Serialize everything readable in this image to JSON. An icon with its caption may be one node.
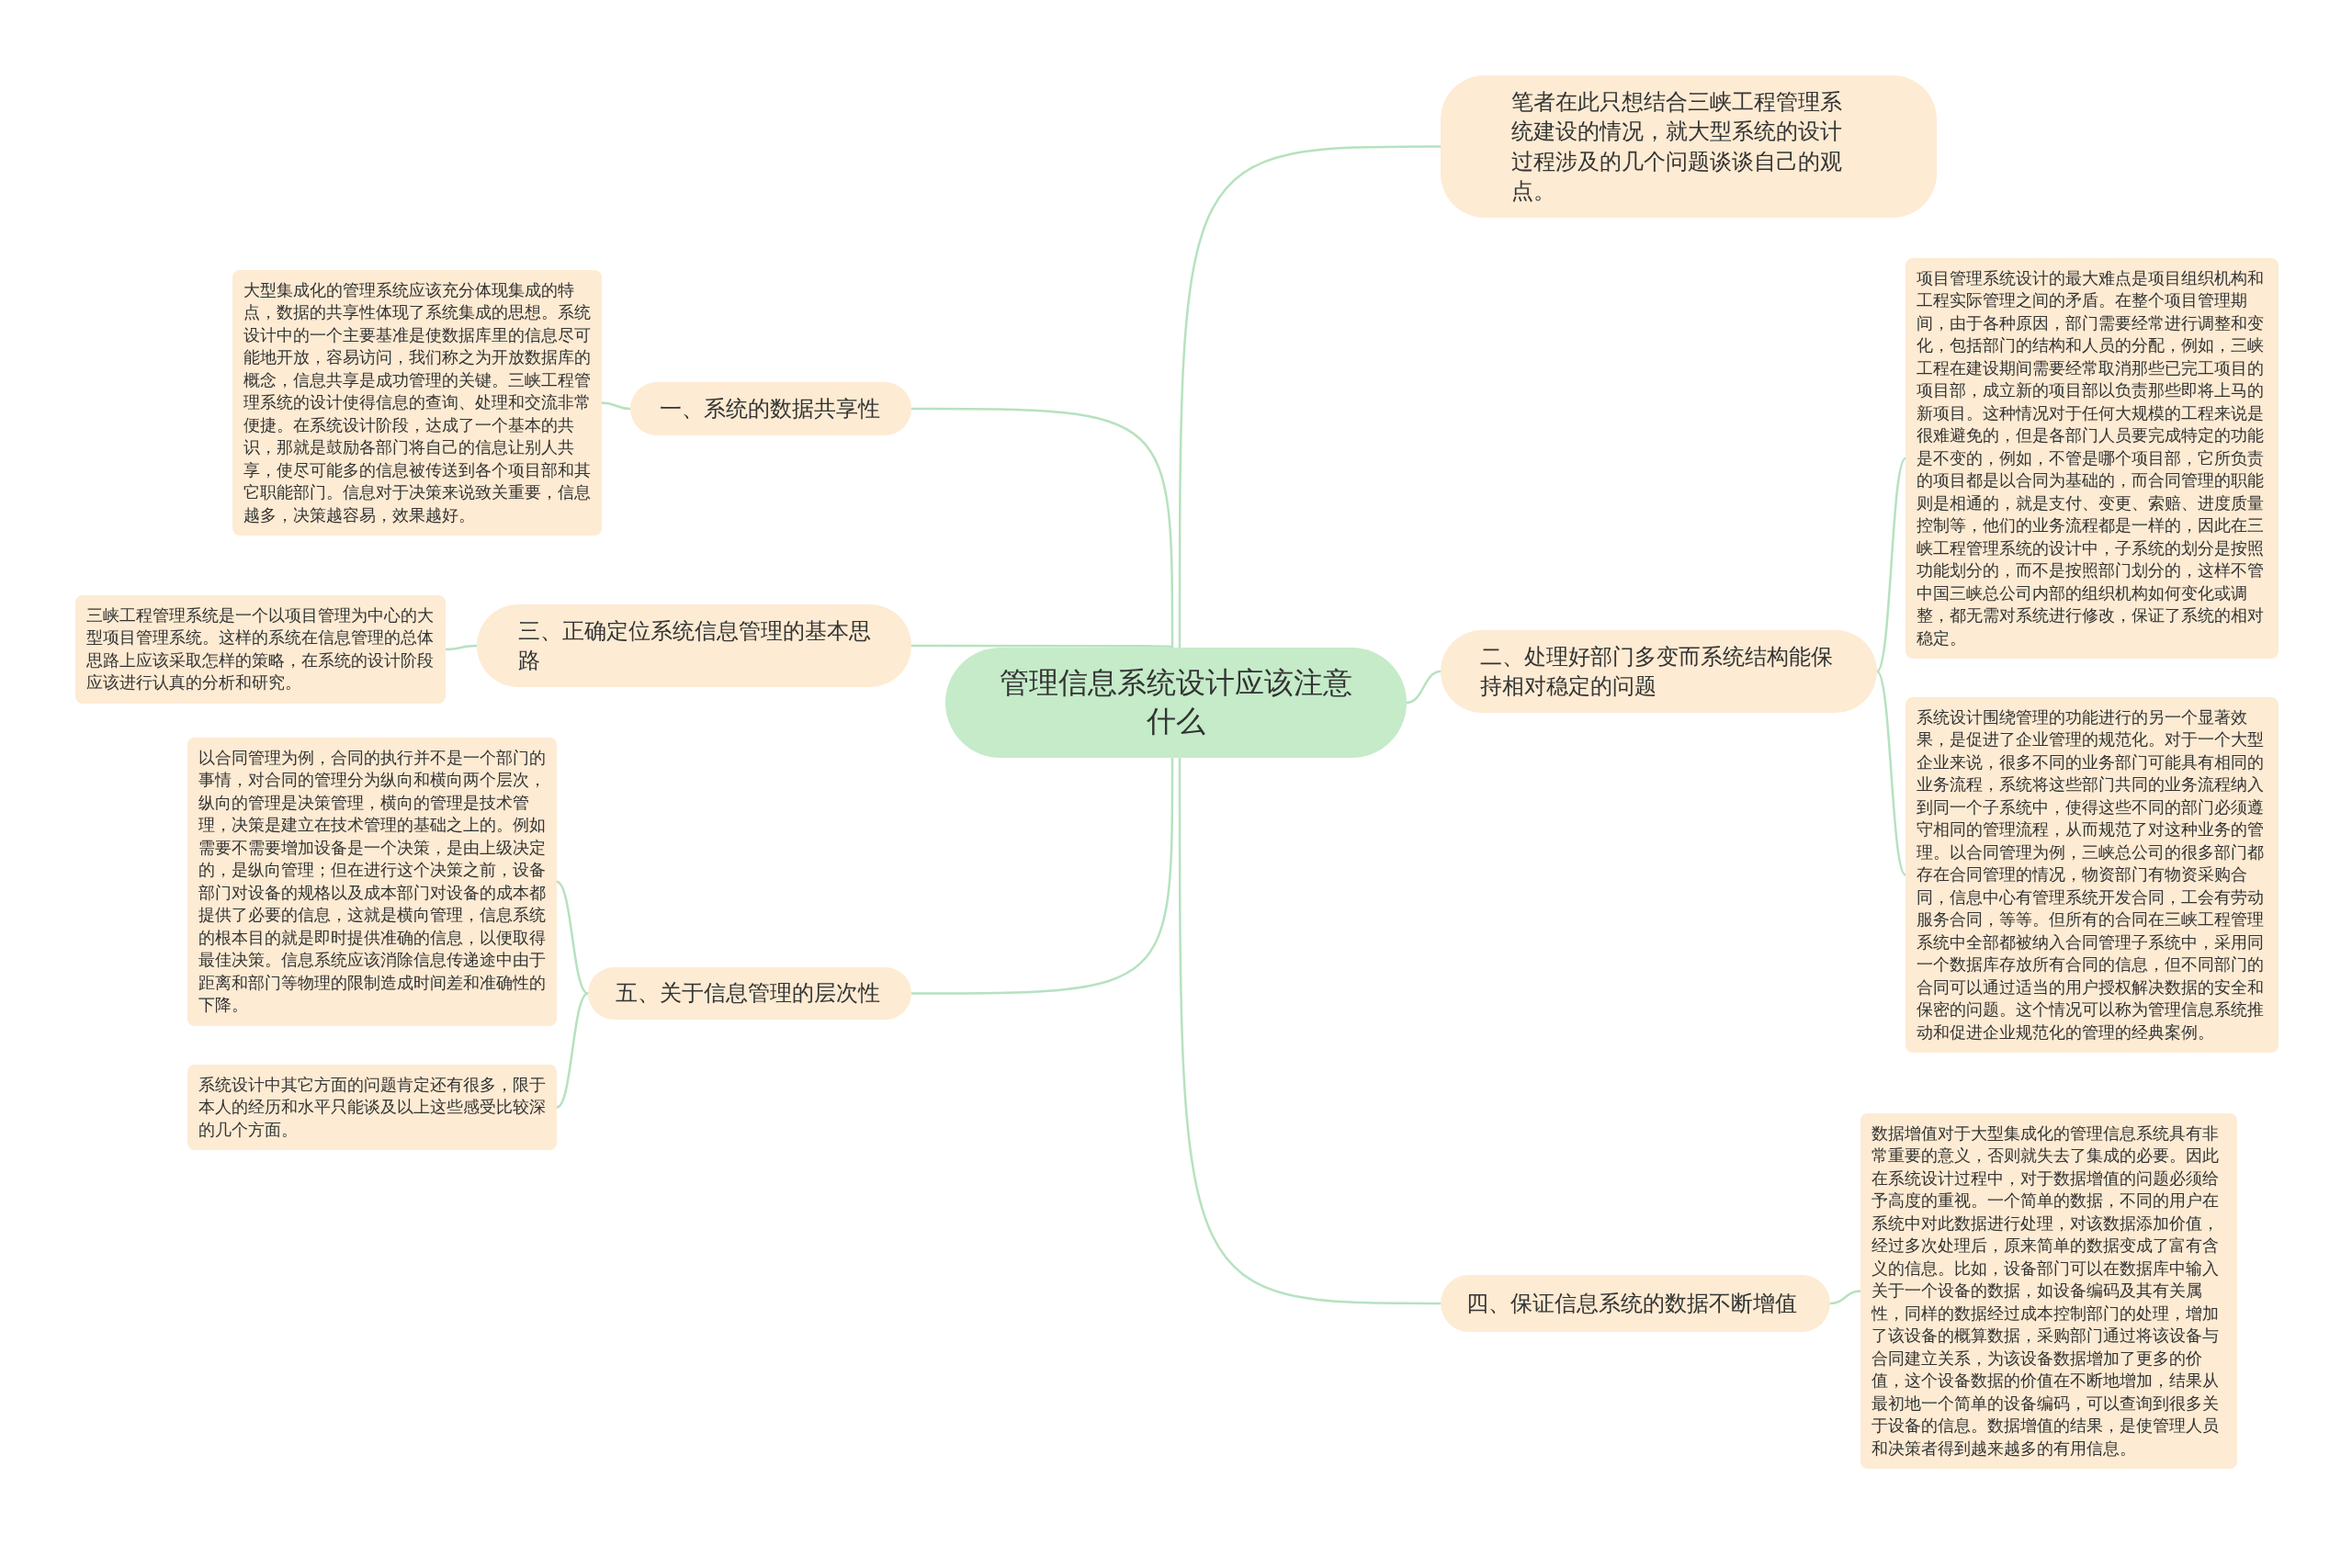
{
  "diagram": {
    "nodes": [
      {
        "text": [
          "管理信息系统设计应该注意什么"
        ]
      },
      {
        "text": [
          "笔者在此只想结合三峡工程管理系统建设的情况，就大型系统的设计过程涉及的几个问题谈谈自己的观点。"
        ]
      },
      {
        "text": [
          "二、处理好部门多变而系统结构能保持相对稳定的问题"
        ]
      },
      {
        "text": [
          "项目管理系统设计的最大难点是项目组织机构和工程实际管理之间的矛盾。在整个项目管理期间，由于各种原因，部门需要经常进行调整和变化，包括部门的结构和人员的分配，例如，三峡工程在建设期间需要经常取消那些已完工项目的项目部，成立新的项目部以负责那些即将上马的新项目。这种情况对于任何大规模的工程来说是很难避免的，但是各部门人员要完成特定的功能是不变的，例如，不管是哪个项目部，它所负责的项目都是以合同为基础的，而合同管理的职能则是相通的，就是支付、变更、索赔、进度质量控制等，他们的业务流程都是一样的，因此在三峡工程管理系统的设计中，子系统的划分是按照功能划分的，而不是按照部门划分的，这样不管中国三峡总公司内部的组织机构如何变化或调整，都无需对系统进行修改，保证了系统的相对稳定。"
        ]
      },
      {
        "text": [
          "系统设计围绕管理的功能进行的另一个显著效果，是促进了企业管理的规范化。对于一个大型企业来说，很多不同的业务部门可能具有相同的业务流程，系统将这些部门共同的业务流程纳入到同一个子系统中，使得这些不同的部门必须遵守相同的管理流程，从而规范了对这种业务的管理。以合同管理为例，三峡总公司的很多部门都存在合同管理的情况，物资部门有物资采购合同，信息中心有管理系统开发合同，工会有劳动服务合同，等等。但所有的合同在三峡工程管理系统中全部都被纳入合同管理子系统中，采用同一个数据库存放所有合同的信息，但不同部门的合同可以通过适当的用户授权解决数据的安全和保密的问题。这个情况可以称为管理信息系统推动和促进企业规范化的管理的经典案例。"
        ]
      },
      {
        "text": [
          "四、保证信息系统的数据不断增值"
        ]
      },
      {
        "text": [
          "数据增值对于大型集成化的管理信息系统具有非常重要的意义，否则就失去了集成的必要。因此在系统设计过程中，对于数据增值的问题必须给予高度的重视。一个简单的数据，不同的用户在系统中对此数据进行处理，对该数据添加价值，经过多次处理后，原来简单的数据变成了富有含义的信息。比如，设备部门可以在数据库中输入关于一个设备的数据，如设备编码及其有关属性，同样的数据经过成本控制部门的处理，增加了该设备的概算数据，采购部门通过将该设备与合同建立关系，为该设备数据增加了更多的价值，这个设备数据的价值在不断地增加，结果从最初地一个简单的设备编码，可以查询到很多关于设备的信息。数据增值的结果，是使管理人员和决策者得到越来越多的有用信息。"
        ]
      },
      {
        "text": [
          "一、系统的数据共享性"
        ]
      },
      {
        "text": [
          "大型集成化的管理系统应该充分体现集成的特点，数据的共享性体现了系统集成的思想。系统设计中的一个主要基准是使数据库里的信息尽可能地开放，容易访问，我们称之为开放数据库的概念，信息共享是成功管理的关键。三峡工程管理系统的设计使得信息的查询、处理和交流非常便捷。在系统设计阶段，达成了一个基本的共识，那就是鼓励各部门将自己的信息让别人共享，使尽可能多的信息被传送到各个项目部和其它职能部门。信息对于决策来说致关重要，信息越多，决策越容易，效果越好。"
        ]
      },
      {
        "text": [
          "三、正确定位系统信息管理的基本思路"
        ]
      },
      {
        "text": [
          "三峡工程管理系统是一个以项目管理为中心的大型项目管理系统。这样的系统在信息管理的总体思路上应该采取怎样的策略，在系统的设计阶段应该进行认真的分析和研究。"
        ]
      },
      {
        "text": [
          "五、关于信息管理的层次性"
        ]
      },
      {
        "text": [
          "以合同管理为例，合同的执行并不是一个部门的事情，对合同的管理分为纵向和横向两个层次，纵向的管理是决策管理，横向的管理是技术管理，决策是建立在技术管理的基础之上的。例如需要不需要增加设备是一个决策，是由上级决定的，是纵向管理；但在进行这个决策之前，设备部门对设备的规格以及成本部门对设备的成本都提供了必要的信息，这就是横向管理，信息系统的根本目的就是即时提供准确的信息，以便取得最佳决策。信息系统应该消除信息传递途中由于距离和部门等物理的限制造成时间差和准确性的下降。"
        ]
      },
      {
        "text": [
          "系统设计中其它方面的问题肯定还有很多，限于本人的经历和水平只能谈及以上这些感受比较深的几个方面。"
        ]
      }
    ],
    "edges": [
      {
        "from": 0,
        "to": 1,
        "arrow": "none"
      },
      {
        "from": 0,
        "to": 2,
        "arrow": "none"
      },
      {
        "from": 2,
        "to": 3,
        "arrow": "none"
      },
      {
        "from": 2,
        "to": 4,
        "arrow": "none"
      },
      {
        "from": 0,
        "to": 5,
        "arrow": "none"
      },
      {
        "from": 5,
        "to": 6,
        "arrow": "none"
      },
      {
        "from": 0,
        "to": 7,
        "arrow": "none"
      },
      {
        "from": 7,
        "to": 8,
        "arrow": "none"
      },
      {
        "from": 0,
        "to": 9,
        "arrow": "none"
      },
      {
        "from": 9,
        "to": 10,
        "arrow": "none"
      },
      {
        "from": 0,
        "to": 11,
        "arrow": "none"
      },
      {
        "from": 11,
        "to": 12,
        "arrow": "none"
      },
      {
        "from": 11,
        "to": 13,
        "arrow": "none"
      }
    ]
  }
}
